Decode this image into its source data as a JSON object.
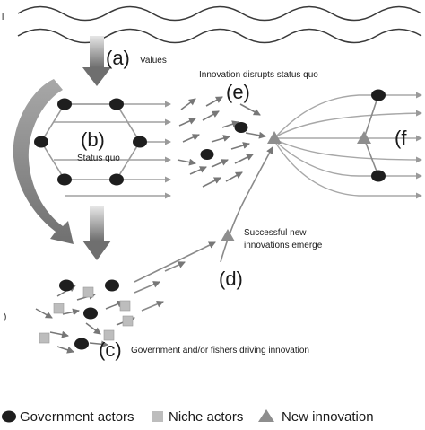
{
  "labels": {
    "a": "(a)",
    "a_text": "Values",
    "b": "(b)",
    "b_text": "Status quo",
    "c": "(c)",
    "c_text": "Government and/or fishers driving innovation",
    "d": "(d)",
    "d_text_line1": "Successful new",
    "d_text_line2": "innovations emerge",
    "e": "(e)",
    "e_text": "Innovation disrupts status quo",
    "f": "(f",
    "edge_left_top": "l",
    "edge_left_mid": ")"
  },
  "legend": {
    "government": "Government actors",
    "niche": "Niche actors",
    "innovation": "New innovation"
  },
  "colors": {
    "dark_node": "#1e1e1e",
    "niche_node": "#bdbdbd",
    "innovation": "#8e8e8e",
    "line": "#9a9a9a",
    "arrow": "#808080",
    "wave": "#3a3a3a"
  }
}
